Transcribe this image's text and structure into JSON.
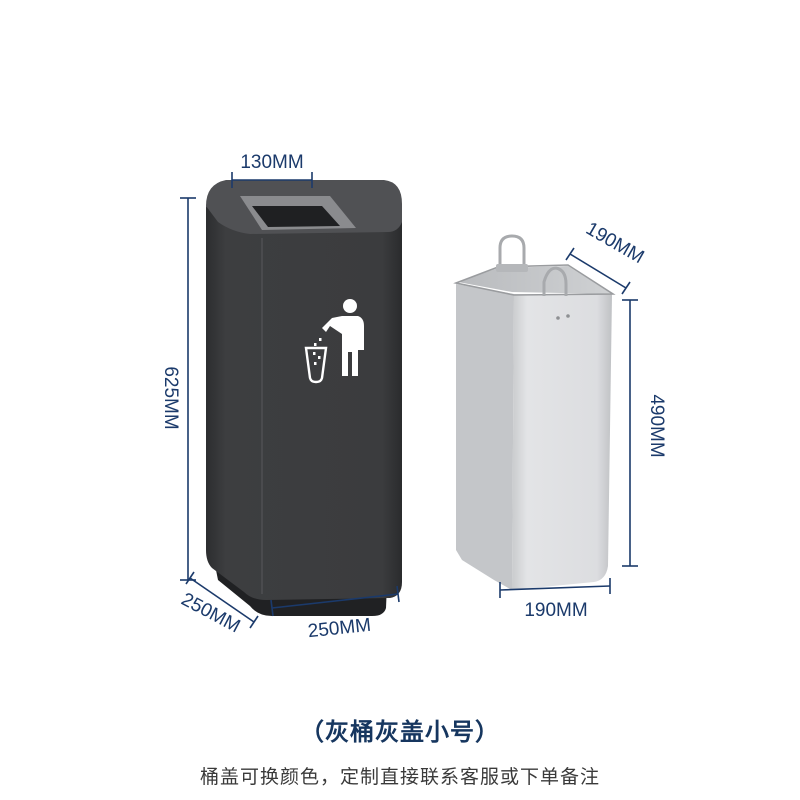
{
  "product": {
    "title": "（灰桶灰盖小号）",
    "subtitle": "桶盖可换颜色，定制直接联系客服或下单备注"
  },
  "dimensions": {
    "outer_opening": "130MM",
    "outer_height": "625MM",
    "outer_depth": "250MM",
    "outer_width": "250MM",
    "inner_depth": "190MM",
    "inner_height": "490MM",
    "inner_width": "190MM"
  },
  "icons": {
    "bin_symbol": "person-throwing-trash-icon"
  },
  "colors": {
    "outer_bin": "#3a3b3d",
    "inner_bin": "#d6d8da",
    "dimension_lines": "#1b3a6b"
  }
}
